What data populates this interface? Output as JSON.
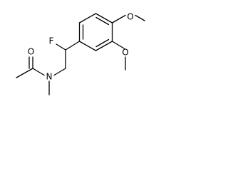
{
  "atoms": {
    "o_ring_top": "O",
    "o_ring_mid": "O",
    "fluorine": "F",
    "o_carbonyl": "O",
    "nitrogen": "N"
  },
  "colors": {
    "bond": "#000000",
    "label": "#000000",
    "background": "#ffffff"
  }
}
